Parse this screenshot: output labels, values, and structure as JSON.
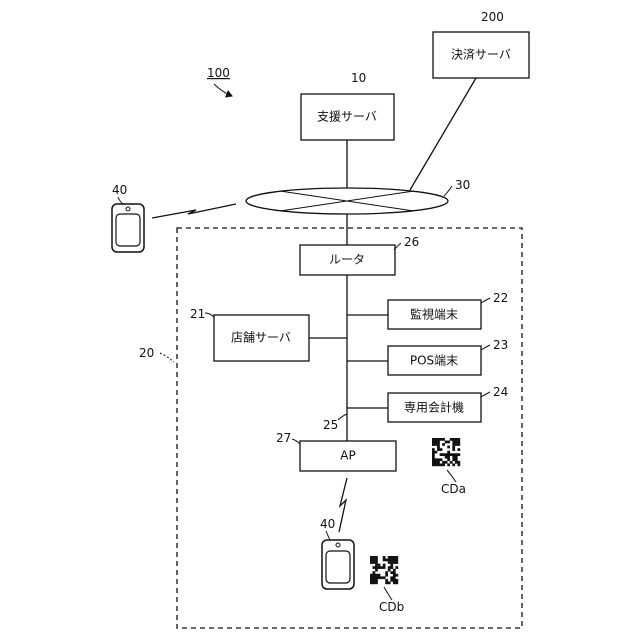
{
  "system": {
    "ref": "100"
  },
  "payment_server": {
    "label": "決済サーバ",
    "ref": "200"
  },
  "support_server": {
    "label": "支援サーバ",
    "ref": "10"
  },
  "network": {
    "ref": "30"
  },
  "store": {
    "ref": "20"
  },
  "router": {
    "label": "ルータ",
    "ref": "26"
  },
  "store_server": {
    "label": "店舗サーバ",
    "ref": "21"
  },
  "monitoring_terminal": {
    "label": "監視端末",
    "ref": "22"
  },
  "pos_terminal": {
    "label": "POS端末",
    "ref": "23"
  },
  "checkout_machine": {
    "label": "専用会計機",
    "ref": "24"
  },
  "lan": {
    "ref": "25"
  },
  "access_point": {
    "label": "AP",
    "ref": "27"
  },
  "mobile_outside": {
    "ref": "40"
  },
  "mobile_inside": {
    "ref": "40"
  },
  "code_a": {
    "label": "CDa"
  },
  "code_b": {
    "label": "CDb"
  }
}
